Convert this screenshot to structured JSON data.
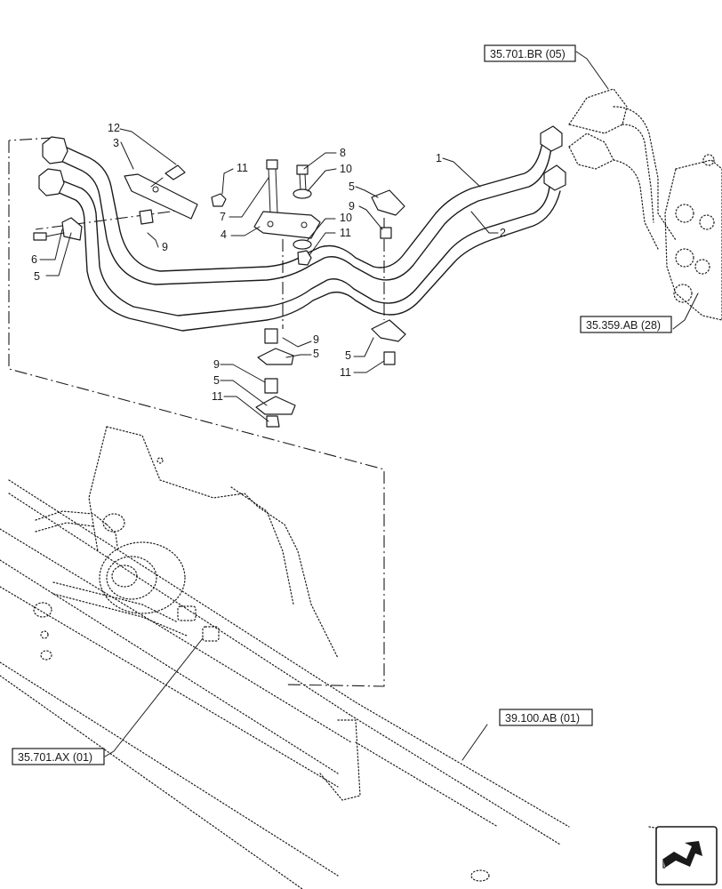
{
  "callouts": {
    "n1": "1",
    "n2": "2",
    "n3": "3",
    "n4": "4",
    "n5a": "5",
    "n5b": "5",
    "n5c": "5",
    "n5d": "5",
    "n5e": "5",
    "n6": "6",
    "n7": "7",
    "n8": "8",
    "n9a": "9",
    "n9b": "9",
    "n9c": "9",
    "n9d": "9",
    "n10a": "10",
    "n10b": "10",
    "n11a": "11",
    "n11b": "11",
    "n11c": "11",
    "n11d": "11",
    "n12": "12"
  },
  "references": {
    "ref_br": "35.701.BR (05)",
    "ref_ab28": "35.359.AB (28)",
    "ref_ax": "35.701.AX (01)",
    "ref_ab01": "39.100.AB (01)"
  },
  "icons": {
    "nav": "next-page-arrow-icon"
  },
  "colors": {
    "line": "#1a1a1a",
    "background": "#ffffff"
  }
}
